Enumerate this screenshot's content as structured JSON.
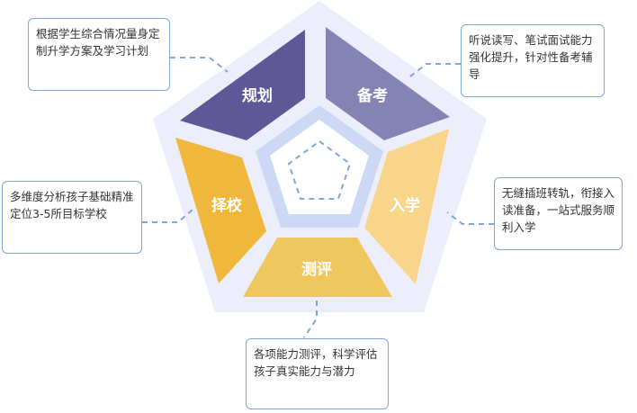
{
  "colors": {
    "outer_pentagon": "#eceefb",
    "inner_ring": "#cdd9f4",
    "dashed_line": "#7ba7d9",
    "box_border": "#7ba7d9"
  },
  "segments": [
    {
      "id": "plan",
      "label": "规划",
      "color": "#5e5896"
    },
    {
      "id": "exam",
      "label": "备考",
      "color": "#8583b3"
    },
    {
      "id": "enroll",
      "label": "入学",
      "color": "#f9d58c"
    },
    {
      "id": "assess",
      "label": "测评",
      "color": "#f0c65e"
    },
    {
      "id": "school",
      "label": "择校",
      "color": "#efb73c"
    }
  ],
  "boxes": {
    "plan": "根据学生综合情况量身定制升学方案及学习计划",
    "exam": "听说读写、笔试面试能力强化提升，针对性备考辅导",
    "school": "多维度分析孩子基础精准定位3-5所目标学校",
    "enroll": "无缝插班转轨，衔接入读准备，一站式服务顺利入学",
    "assess": "各项能力测评，科学评估孩子真实能力与潜力"
  }
}
